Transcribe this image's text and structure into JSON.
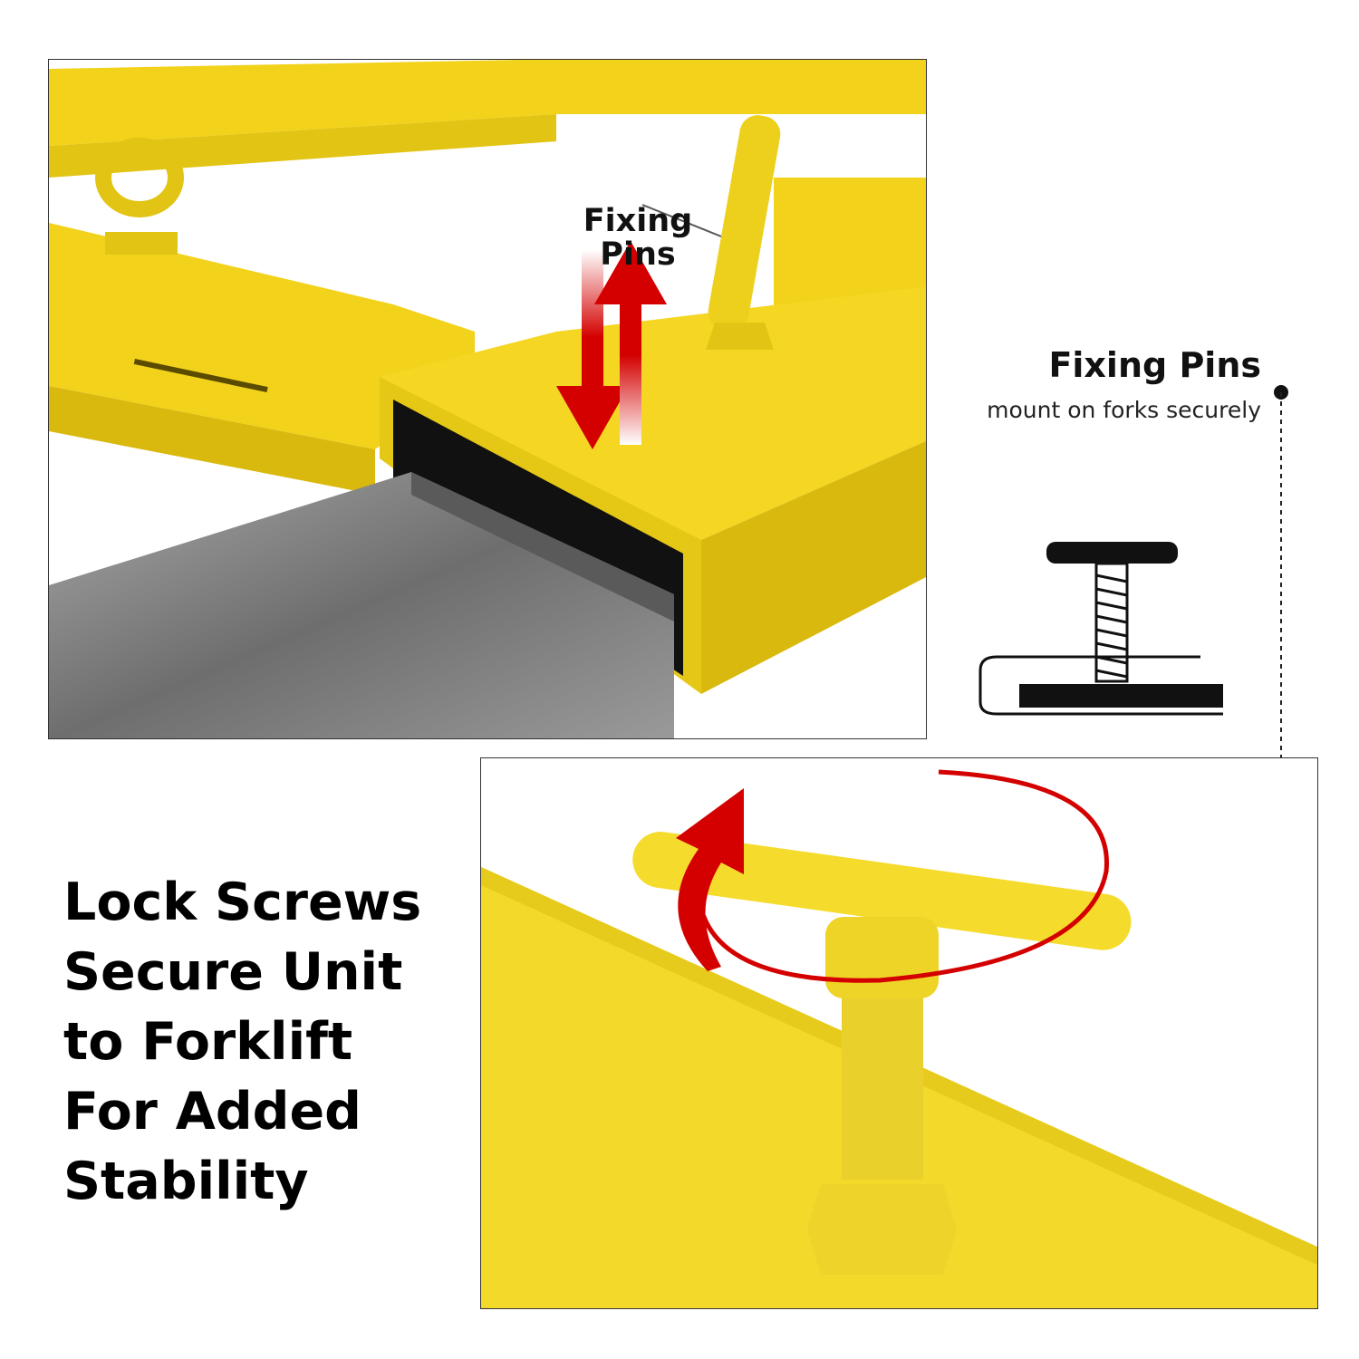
{
  "top_callout": {
    "line1": "Fixing",
    "line2": "Pins"
  },
  "side_callout": {
    "title": "Fixing Pins",
    "subtitle": "mount on forks securely"
  },
  "headline": {
    "lines": [
      "Lock Screws",
      "Secure Unit",
      "to Forklift",
      "For Added",
      "Stability"
    ]
  },
  "colors": {
    "yellow": "#F2D21A",
    "yellow_shade": "#D9B90E",
    "red_arrow": "#D40000",
    "fork_gray": "#7A7A7A"
  },
  "icons": {
    "up_down_arrows": "double-vertical-arrow-icon",
    "rotation_arrow": "curved-rotation-arrow-icon",
    "t_screw_diagram": "t-bolt-diagram-icon"
  }
}
